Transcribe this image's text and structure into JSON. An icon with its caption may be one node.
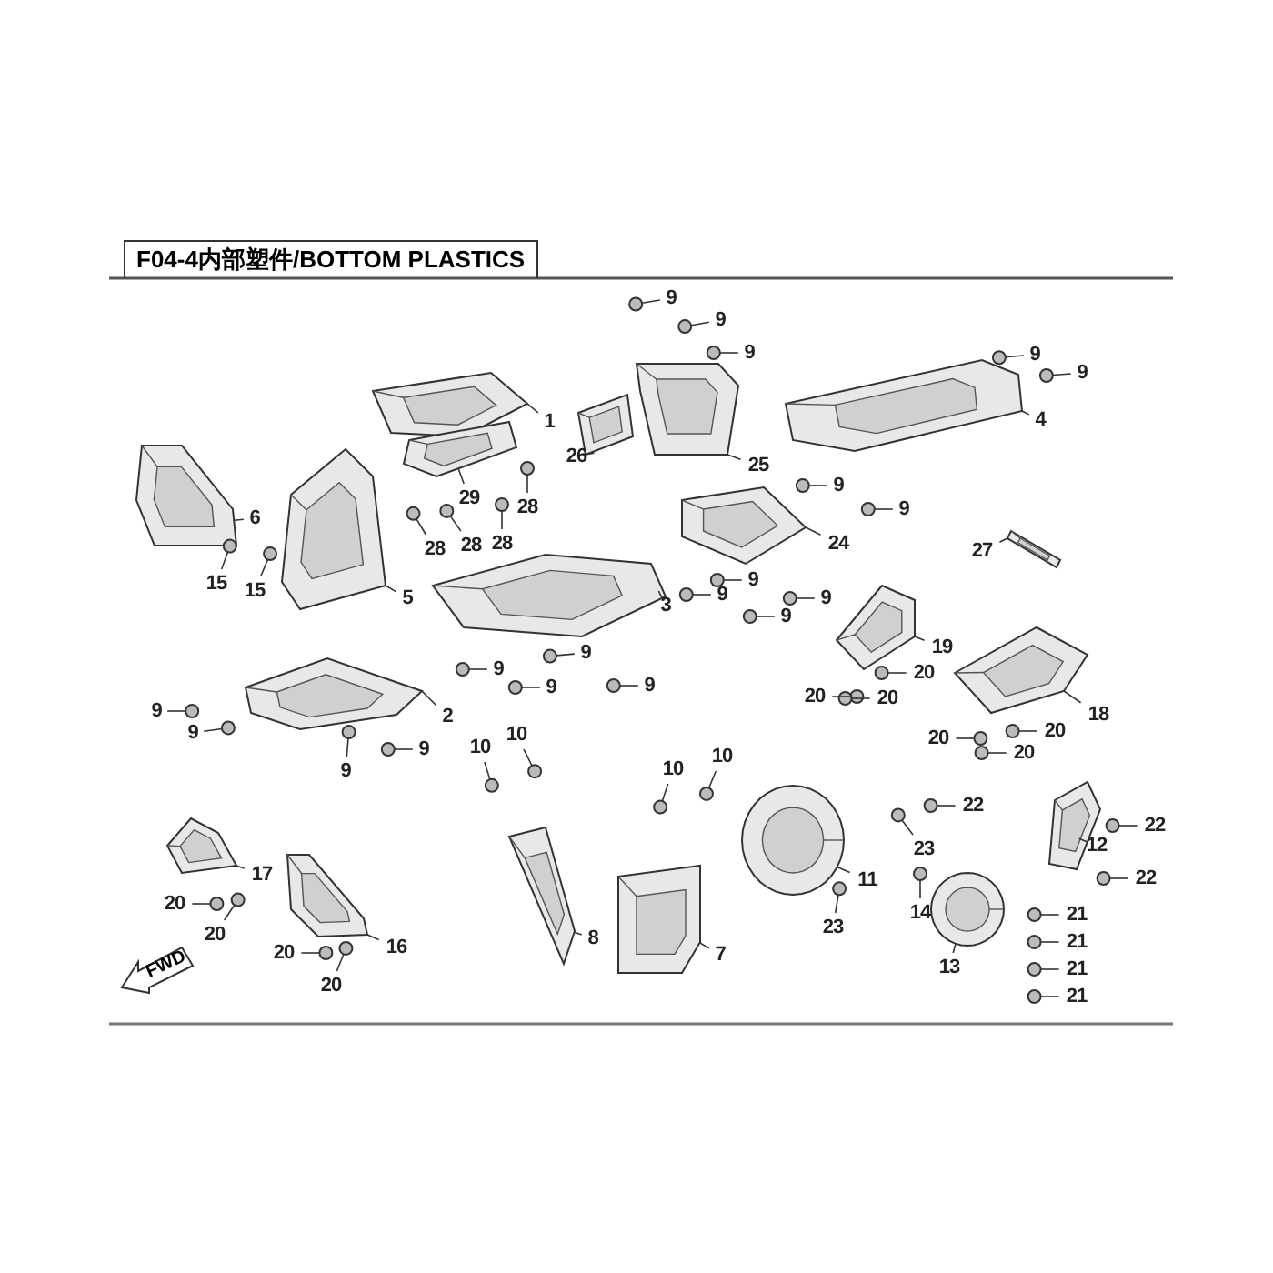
{
  "diagram": {
    "title": "F04-4内部塑件/BOTTOM PLASTICS",
    "nodes": [
      {
        "text": [
          "9"
        ]
      },
      {
        "text": [
          "9"
        ]
      },
      {
        "text": [
          "9"
        ]
      },
      {
        "text": [
          "9"
        ]
      },
      {
        "text": [
          "9"
        ]
      },
      {
        "text": [
          "1"
        ]
      },
      {
        "text": [
          "4"
        ]
      },
      {
        "text": [
          "26"
        ]
      },
      {
        "text": [
          "25"
        ]
      },
      {
        "text": [
          "29"
        ]
      },
      {
        "text": [
          "6"
        ]
      },
      {
        "text": [
          "28"
        ]
      },
      {
        "text": [
          "9"
        ]
      },
      {
        "text": [
          "9"
        ]
      },
      {
        "text": [
          "28"
        ]
      },
      {
        "text": [
          "24"
        ]
      },
      {
        "text": [
          "27"
        ]
      },
      {
        "text": [
          "28"
        ]
      },
      {
        "text": [
          "28"
        ]
      },
      {
        "text": [
          "15"
        ]
      },
      {
        "text": [
          "15"
        ]
      },
      {
        "text": [
          "5"
        ]
      },
      {
        "text": [
          "9"
        ]
      },
      {
        "text": [
          "9"
        ]
      },
      {
        "text": [
          "3"
        ]
      },
      {
        "text": [
          "9"
        ]
      },
      {
        "text": [
          "9"
        ]
      },
      {
        "text": [
          "19"
        ]
      },
      {
        "text": [
          "9"
        ]
      },
      {
        "text": [
          "9"
        ]
      },
      {
        "text": [
          "20"
        ]
      },
      {
        "text": [
          "9"
        ]
      },
      {
        "text": [
          "9"
        ]
      },
      {
        "text": [
          "20"
        ]
      },
      {
        "text": [
          "20"
        ]
      },
      {
        "text": [
          "18"
        ]
      },
      {
        "text": [
          "9"
        ]
      },
      {
        "text": [
          "2"
        ]
      },
      {
        "text": [
          "9"
        ]
      },
      {
        "text": [
          "20"
        ]
      },
      {
        "text": [
          "20"
        ]
      },
      {
        "text": [
          "9"
        ]
      },
      {
        "text": [
          "9"
        ]
      },
      {
        "text": [
          "10"
        ]
      },
      {
        "text": [
          "10"
        ]
      },
      {
        "text": [
          "20"
        ]
      },
      {
        "text": [
          "10"
        ]
      },
      {
        "text": [
          "10"
        ]
      },
      {
        "text": [
          "22"
        ]
      },
      {
        "text": [
          "22"
        ]
      },
      {
        "text": [
          "12"
        ]
      },
      {
        "text": [
          "23"
        ]
      },
      {
        "text": [
          "17"
        ]
      },
      {
        "text": [
          "22"
        ]
      },
      {
        "text": [
          "11"
        ]
      },
      {
        "text": [
          "20"
        ]
      },
      {
        "text": [
          "14"
        ]
      },
      {
        "text": [
          "13"
        ]
      },
      {
        "text": [
          "21"
        ]
      },
      {
        "text": [
          "23"
        ]
      },
      {
        "text": [
          "20"
        ]
      },
      {
        "text": [
          "16"
        ]
      },
      {
        "text": [
          "8"
        ]
      },
      {
        "text": [
          "21"
        ]
      },
      {
        "text": [
          "20"
        ]
      },
      {
        "text": [
          "7"
        ]
      },
      {
        "text": [
          "21"
        ]
      },
      {
        "text": [
          "21"
        ]
      },
      {
        "text": [
          "20"
        ]
      },
      {
        "text": [
          "FWD"
        ]
      },
      {
        "text": [],
        "shape": "circle"
      },
      {
        "text": [],
        "shape": "circle"
      },
      {
        "text": [],
        "shape": "circle"
      },
      {
        "text": [],
        "shape": "circle"
      },
      {
        "text": [],
        "shape": "circle"
      },
      {
        "text": [],
        "shape": "picture"
      },
      {
        "text": [],
        "shape": "picture"
      },
      {
        "text": [],
        "shape": "picture"
      },
      {
        "text": [],
        "shape": "picture"
      },
      {
        "text": [],
        "shape": "picture"
      },
      {
        "text": [],
        "shape": "picture"
      },
      {
        "text": [],
        "shape": "circle"
      },
      {
        "text": [],
        "shape": "circle"
      },
      {
        "text": [],
        "shape": "circle"
      },
      {
        "text": [],
        "shape": "circle"
      },
      {
        "text": [],
        "shape": "picture"
      },
      {
        "text": [],
        "shape": "picture"
      },
      {
        "text": [],
        "shape": "circle"
      },
      {
        "text": [],
        "shape": "circle"
      },
      {
        "text": [],
        "shape": "circle"
      },
      {
        "text": [],
        "shape": "circle"
      },
      {
        "text": [],
        "shape": "picture"
      },
      {
        "text": [],
        "shape": "circle"
      },
      {
        "text": [],
        "shape": "circle"
      },
      {
        "text": [],
        "shape": "picture"
      },
      {
        "text": [],
        "shape": "circle"
      },
      {
        "text": [],
        "shape": "circle"
      },
      {
        "text": [],
        "shape": "picture"
      },
      {
        "text": [],
        "shape": "circle"
      },
      {
        "text": [],
        "shape": "circle"
      },
      {
        "text": [],
        "shape": "circle"
      },
      {
        "text": [],
        "shape": "circle"
      },
      {
        "text": [],
        "shape": "circle"
      },
      {
        "text": [],
        "shape": "circle"
      },
      {
        "text": [],
        "shape": "circle"
      },
      {
        "text": [],
        "shape": "picture"
      },
      {
        "text": [],
        "shape": "circle"
      },
      {
        "text": [],
        "shape": "picture"
      },
      {
        "text": [],
        "shape": "circle"
      },
      {
        "text": [],
        "shape": "circle"
      },
      {
        "text": [],
        "shape": "circle"
      },
      {
        "text": [],
        "shape": "circle"
      },
      {
        "text": [],
        "shape": "circle"
      },
      {
        "text": [],
        "shape": "circle"
      },
      {
        "text": [],
        "shape": "circle"
      },
      {
        "text": [],
        "shape": "circle"
      },
      {
        "text": [],
        "shape": "circle"
      },
      {
        "text": [],
        "shape": "circle"
      },
      {
        "text": [],
        "shape": "circle"
      },
      {
        "text": [],
        "shape": "circle"
      },
      {
        "text": [],
        "shape": "picture"
      },
      {
        "text": [],
        "shape": "circle"
      },
      {
        "text": [],
        "shape": "picture"
      },
      {
        "text": [],
        "shape": "circle"
      },
      {
        "text": [],
        "shape": "picture"
      },
      {
        "text": [],
        "shape": "circle"
      },
      {
        "text": [],
        "shape": "circle"
      },
      {
        "text": [],
        "shape": "picture"
      },
      {
        "text": [],
        "shape": "circle"
      },
      {
        "text": [],
        "shape": "circle"
      },
      {
        "text": [],
        "shape": "circle"
      },
      {
        "text": [],
        "shape": "picture"
      },
      {
        "text": [],
        "shape": "picture"
      },
      {
        "text": [],
        "shape": "circle"
      },
      {
        "text": [],
        "shape": "circle"
      },
      {
        "text": [],
        "shape": "picture"
      },
      {
        "text": [],
        "shape": "circle"
      },
      {
        "text": [],
        "shape": "circle"
      },
      {
        "text": [],
        "shape": "circle"
      }
    ],
    "edges": [
      {
        "from": 0,
        "to": 70,
        "arrow": "none"
      },
      {
        "from": 1,
        "to": 71,
        "arrow": "none"
      },
      {
        "from": 2,
        "to": 72,
        "arrow": "none"
      },
      {
        "from": 3,
        "to": 73,
        "arrow": "none"
      },
      {
        "from": 4,
        "to": 74,
        "arrow": "none"
      },
      {
        "from": 5,
        "to": 75,
        "arrow": "none"
      },
      {
        "from": 6,
        "to": 76,
        "arrow": "none"
      },
      {
        "from": 7,
        "to": 77,
        "arrow": "none"
      },
      {
        "from": 8,
        "to": 78,
        "arrow": "none"
      },
      {
        "from": 9,
        "to": 79,
        "arrow": "none"
      },
      {
        "from": 10,
        "to": 80,
        "arrow": "none"
      },
      {
        "from": 11,
        "to": 81,
        "arrow": "none"
      },
      {
        "from": 12,
        "to": 82,
        "arrow": "none"
      },
      {
        "from": 13,
        "to": 83,
        "arrow": "none"
      },
      {
        "from": 14,
        "to": 84,
        "arrow": "none"
      },
      {
        "from": 15,
        "to": 85,
        "arrow": "none"
      },
      {
        "from": 16,
        "to": 86,
        "arrow": "none"
      },
      {
        "from": 17,
        "to": 87,
        "arrow": "none"
      },
      {
        "from": 18,
        "to": 88,
        "arrow": "none"
      },
      {
        "from": 19,
        "to": 89,
        "arrow": "none"
      },
      {
        "from": 20,
        "to": 90,
        "arrow": "none"
      },
      {
        "from": 21,
        "to": 91,
        "arrow": "none"
      },
      {
        "from": 22,
        "to": 92,
        "arrow": "none"
      },
      {
        "from": 23,
        "to": 93,
        "arrow": "none"
      },
      {
        "from": 24,
        "to": 94,
        "arrow": "none"
      },
      {
        "from": 25,
        "to": 95,
        "arrow": "none"
      },
      {
        "from": 26,
        "to": 96,
        "arrow": "none"
      },
      {
        "from": 27,
        "to": 97,
        "arrow": "none"
      },
      {
        "from": 28,
        "to": 98,
        "arrow": "none"
      },
      {
        "from": 29,
        "to": 99,
        "arrow": "none"
      },
      {
        "from": 30,
        "to": 100,
        "arrow": "none"
      },
      {
        "from": 31,
        "to": 101,
        "arrow": "none"
      },
      {
        "from": 32,
        "to": 102,
        "arrow": "none"
      },
      {
        "from": 33,
        "to": 103,
        "arrow": "none"
      },
      {
        "from": 34,
        "to": 104,
        "arrow": "none"
      },
      {
        "from": 35,
        "to": 105,
        "arrow": "none"
      },
      {
        "from": 36,
        "to": 106,
        "arrow": "none"
      },
      {
        "from": 37,
        "to": 107,
        "arrow": "none"
      },
      {
        "from": 38,
        "to": 108,
        "arrow": "none"
      },
      {
        "from": 39,
        "to": 109,
        "arrow": "none"
      },
      {
        "from": 40,
        "to": 110,
        "arrow": "none"
      },
      {
        "from": 41,
        "to": 111,
        "arrow": "none"
      },
      {
        "from": 42,
        "to": 112,
        "arrow": "none"
      },
      {
        "from": 43,
        "to": 113,
        "arrow": "none"
      },
      {
        "from": 44,
        "to": 114,
        "arrow": "none"
      },
      {
        "from": 45,
        "to": 115,
        "arrow": "none"
      },
      {
        "from": 46,
        "to": 116,
        "arrow": "none"
      },
      {
        "from": 47,
        "to": 117,
        "arrow": "none"
      },
      {
        "from": 48,
        "to": 118,
        "arrow": "none"
      },
      {
        "from": 49,
        "to": 119,
        "arrow": "none"
      },
      {
        "from": 50,
        "to": 120,
        "arrow": "none"
      },
      {
        "from": 51,
        "to": 121,
        "arrow": "none"
      },
      {
        "from": 52,
        "to": 122,
        "arrow": "none"
      },
      {
        "from": 53,
        "to": 123,
        "arrow": "none"
      },
      {
        "from": 54,
        "to": 124,
        "arrow": "none"
      },
      {
        "from": 55,
        "to": 125,
        "arrow": "none"
      },
      {
        "from": 56,
        "to": 126,
        "arrow": "none"
      },
      {
        "from": 57,
        "to": 127,
        "arrow": "none"
      },
      {
        "from": 58,
        "to": 128,
        "arrow": "none"
      },
      {
        "from": 59,
        "to": 129,
        "arrow": "none"
      },
      {
        "from": 60,
        "to": 130,
        "arrow": "none"
      },
      {
        "from": 61,
        "to": 131,
        "arrow": "none"
      },
      {
        "from": 62,
        "to": 132,
        "arrow": "none"
      },
      {
        "from": 63,
        "to": 133,
        "arrow": "none"
      },
      {
        "from": 64,
        "to": 134,
        "arrow": "none"
      },
      {
        "from": 65,
        "to": 135,
        "arrow": "none"
      },
      {
        "from": 66,
        "to": 136,
        "arrow": "none"
      },
      {
        "from": 67,
        "to": 137,
        "arrow": "none"
      },
      {
        "from": 68,
        "to": 138,
        "arrow": "none"
      }
    ]
  }
}
